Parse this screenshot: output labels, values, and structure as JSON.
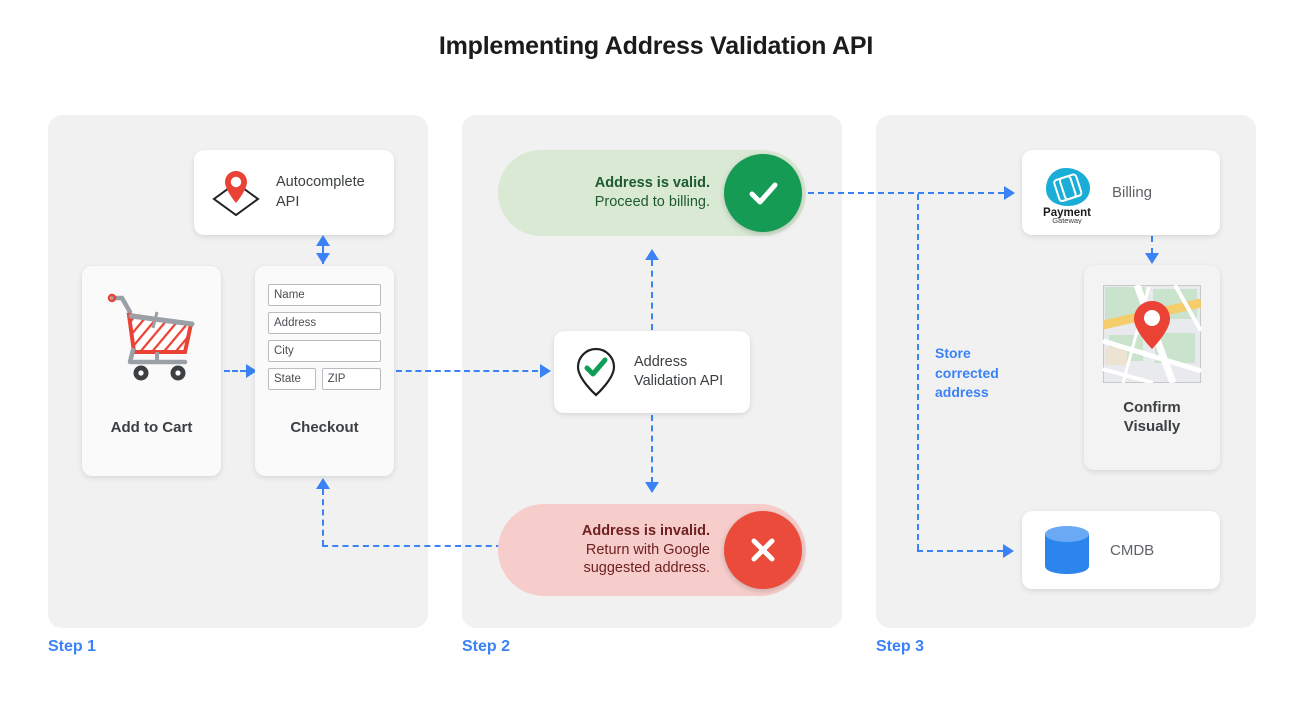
{
  "title": "Implementing Address Validation API",
  "accent_blue": "#3b82f6",
  "steps": [
    {
      "id": "step1",
      "label": "Step 1"
    },
    {
      "id": "step2",
      "label": "Step 2"
    },
    {
      "id": "step3",
      "label": "Step 3"
    }
  ],
  "step1": {
    "autocomplete_card": {
      "label_line1": "Autocomplete",
      "label_line2": "API",
      "icon": "map-pin-diamond-icon"
    },
    "cart_card": {
      "caption": "Add to Cart",
      "icon": "shopping-cart-icon"
    },
    "checkout_card": {
      "caption": "Checkout",
      "fields": [
        {
          "name": "name-field",
          "placeholder": "Name"
        },
        {
          "name": "address-field",
          "placeholder": "Address"
        },
        {
          "name": "city-field",
          "placeholder": "City"
        }
      ],
      "fields_row": [
        {
          "name": "state-field",
          "placeholder": "State"
        },
        {
          "name": "zip-field",
          "placeholder": "ZIP"
        }
      ]
    }
  },
  "step2": {
    "valid_banner": {
      "line1": "Address is valid.",
      "line2": "Proceed to billing.",
      "icon": "check-icon",
      "bg": "#d9e9d4",
      "badge_color": "#169b55"
    },
    "invalid_banner": {
      "line1": "Address is invalid.",
      "line2": "Return with Google",
      "line3": "suggested address.",
      "icon": "close-x-icon",
      "bg": "#f6cdcb",
      "badge_color": "#ea4b3b"
    },
    "validation_card": {
      "label_line1": "Address",
      "label_line2": "Validation API",
      "icon": "map-pin-check-icon"
    }
  },
  "step3": {
    "billing_card": {
      "label": "Billing",
      "logo_primary": "Payment",
      "logo_secondary": "Gateway",
      "icon": "payment-gateway-logo"
    },
    "confirm_card": {
      "caption_line1": "Confirm",
      "caption_line2": "Visually",
      "icon": "map-thumbnail-icon"
    },
    "cmdb_card": {
      "label": "CMDB",
      "icon": "database-cylinder-icon"
    },
    "store_label": {
      "line1": "Store",
      "line2": "corrected",
      "line3": "address"
    }
  }
}
